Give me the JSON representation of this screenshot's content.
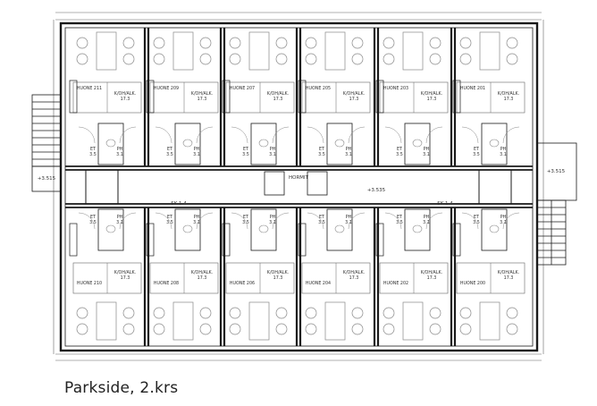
{
  "caption": "Parkside, 2.krs",
  "rooms_top": [
    {
      "name": "HUONE 211",
      "kitchen": "K/OH/ALK.",
      "area": "17.3"
    },
    {
      "name": "HUONE 209",
      "kitchen": "K/OH/ALK.",
      "area": "17.3"
    },
    {
      "name": "HUONE 207",
      "kitchen": "K/OH/ALK.",
      "area": "17.3"
    },
    {
      "name": "HUONE 205",
      "kitchen": "K/OH/ALK.",
      "area": "17.3"
    },
    {
      "name": "HUONE 203",
      "kitchen": "K/OH/ALK.",
      "area": "17.3"
    },
    {
      "name": "HUONE 201",
      "kitchen": "K/OH/ALK.",
      "area": "17.3"
    }
  ],
  "rooms_bottom": [
    {
      "name": "HUONE 210",
      "kitchen": "K/OH/ALK.",
      "area": "17.3"
    },
    {
      "name": "HUONE 208",
      "kitchen": "K/OH/ALK.",
      "area": "17.3"
    },
    {
      "name": "HUONE 206",
      "kitchen": "K/OH/ALK.",
      "area": "17.3"
    },
    {
      "name": "HUONE 204",
      "kitchen": "K/OH/ALK.",
      "area": "17.3"
    },
    {
      "name": "HUONE 202",
      "kitchen": "K/OH/ALK.",
      "area": "17.3"
    },
    {
      "name": "HUONE 200",
      "kitchen": "K/OH/ALK.",
      "area": "17.3"
    }
  ],
  "entry_top": {
    "et": "ET",
    "et_area": "3.5",
    "ph": "PH",
    "ph_area": "3.1"
  },
  "entry_bottom": {
    "et": "ET",
    "et_area": "3.5",
    "ph": "PH",
    "ph_area": "3.1"
  },
  "corridor": {
    "label": "HORMIT",
    "level_center": "+3.535",
    "level_left": "+3.515",
    "level_right": "+3.515",
    "sk_left": "SK 1.4",
    "sk_right": "SK 1.4"
  },
  "colors": {
    "line": "#1a1a1a",
    "fine": "#666666",
    "furniture": "#888888"
  }
}
